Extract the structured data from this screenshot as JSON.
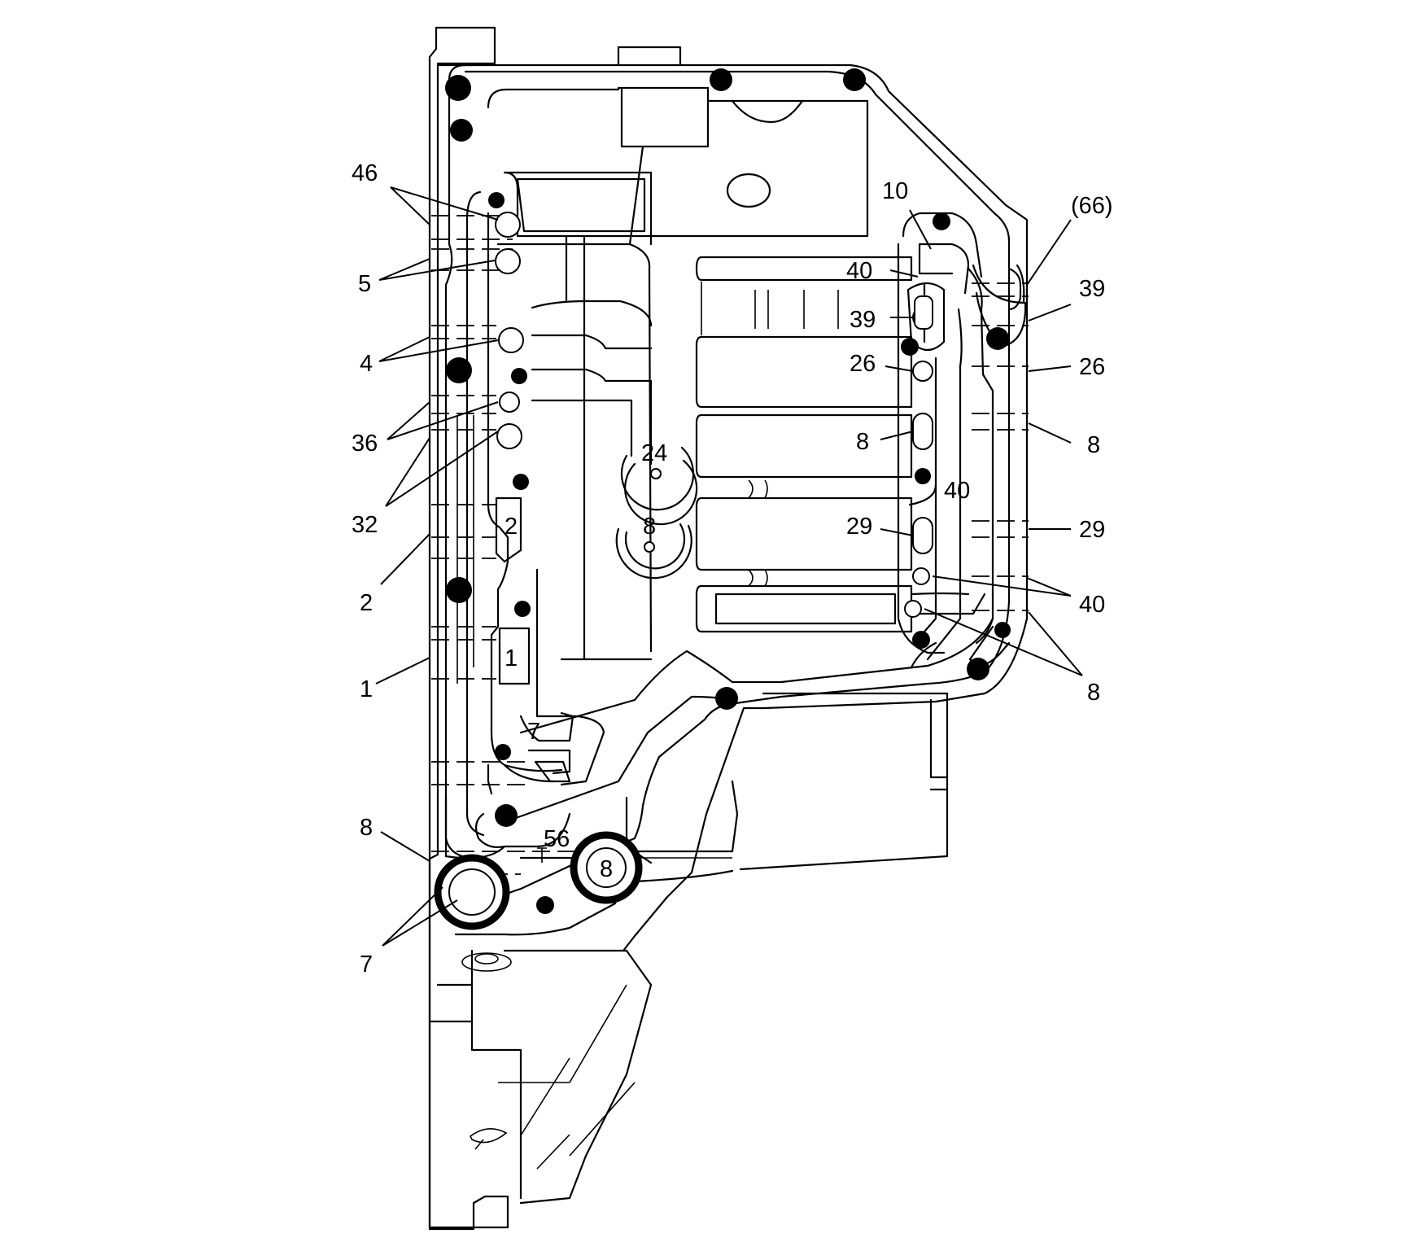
{
  "diagram": {
    "left_callouts": {
      "l46": "46",
      "l5": "5",
      "l4": "4",
      "l36": "36",
      "l32": "32",
      "l2": "2",
      "l1": "1",
      "l8": "8",
      "l7": "7"
    },
    "right_callouts": {
      "r66": "(66)",
      "r39": "39",
      "r26": "26",
      "r8a": "8",
      "r29": "29",
      "r40": "40",
      "r8b": "8"
    },
    "inner_labels": {
      "i10": "10",
      "i40a": "40",
      "i39": "39",
      "i26": "26",
      "i8": "8",
      "i40b": "40",
      "i29": "29",
      "i24": "24",
      "i8c": "8",
      "i2": "2",
      "i1": "1",
      "i7": "7",
      "i56": "56",
      "i8d": "8"
    }
  }
}
